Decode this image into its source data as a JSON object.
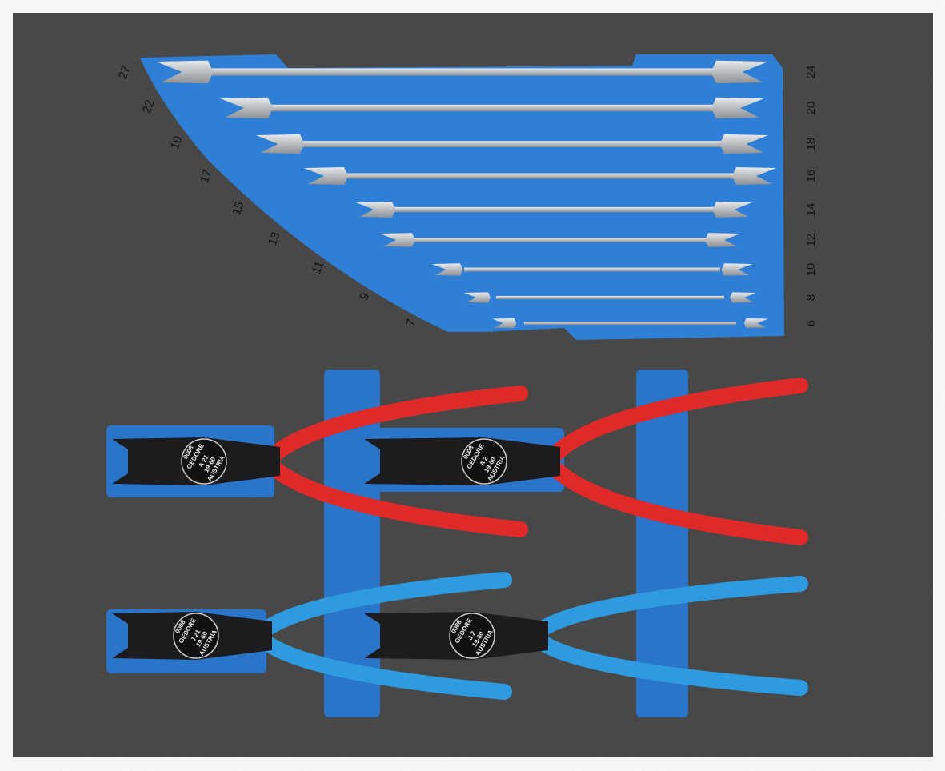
{
  "colors": {
    "foam": "#4a4a4a",
    "insert": "#2f7fd6",
    "chrome": "#c9ccd0",
    "red_handle": "#e02a2a",
    "blue_handle": "#2e9be0",
    "black_head": "#1c1c1e"
  },
  "wrenches": [
    {
      "left": "27",
      "right": "24"
    },
    {
      "left": "22",
      "right": "20"
    },
    {
      "left": "19",
      "right": "18"
    },
    {
      "left": "17",
      "right": "16"
    },
    {
      "left": "15",
      "right": "14"
    },
    {
      "left": "13",
      "right": "12"
    },
    {
      "left": "11",
      "right": "10"
    },
    {
      "left": "9",
      "right": "8"
    },
    {
      "left": "7",
      "right": "6"
    }
  ],
  "pliers": [
    {
      "brand": "GEDORE",
      "model": "A 21",
      "range": "19-60",
      "origin": "AUSTRIA",
      "code": "0008",
      "handle": "red"
    },
    {
      "brand": "GEDORE",
      "model": "A 2",
      "range": "19-60",
      "origin": "AUSTRIA",
      "code": "0008",
      "handle": "red"
    },
    {
      "brand": "GEDORE",
      "model": "J 21",
      "range": "19-60",
      "origin": "AUSTRIA",
      "code": "0008",
      "handle": "blue"
    },
    {
      "brand": "GEDORE",
      "model": "J 2",
      "range": "19-60",
      "origin": "AUSTRIA",
      "code": "0008",
      "handle": "blue"
    }
  ]
}
